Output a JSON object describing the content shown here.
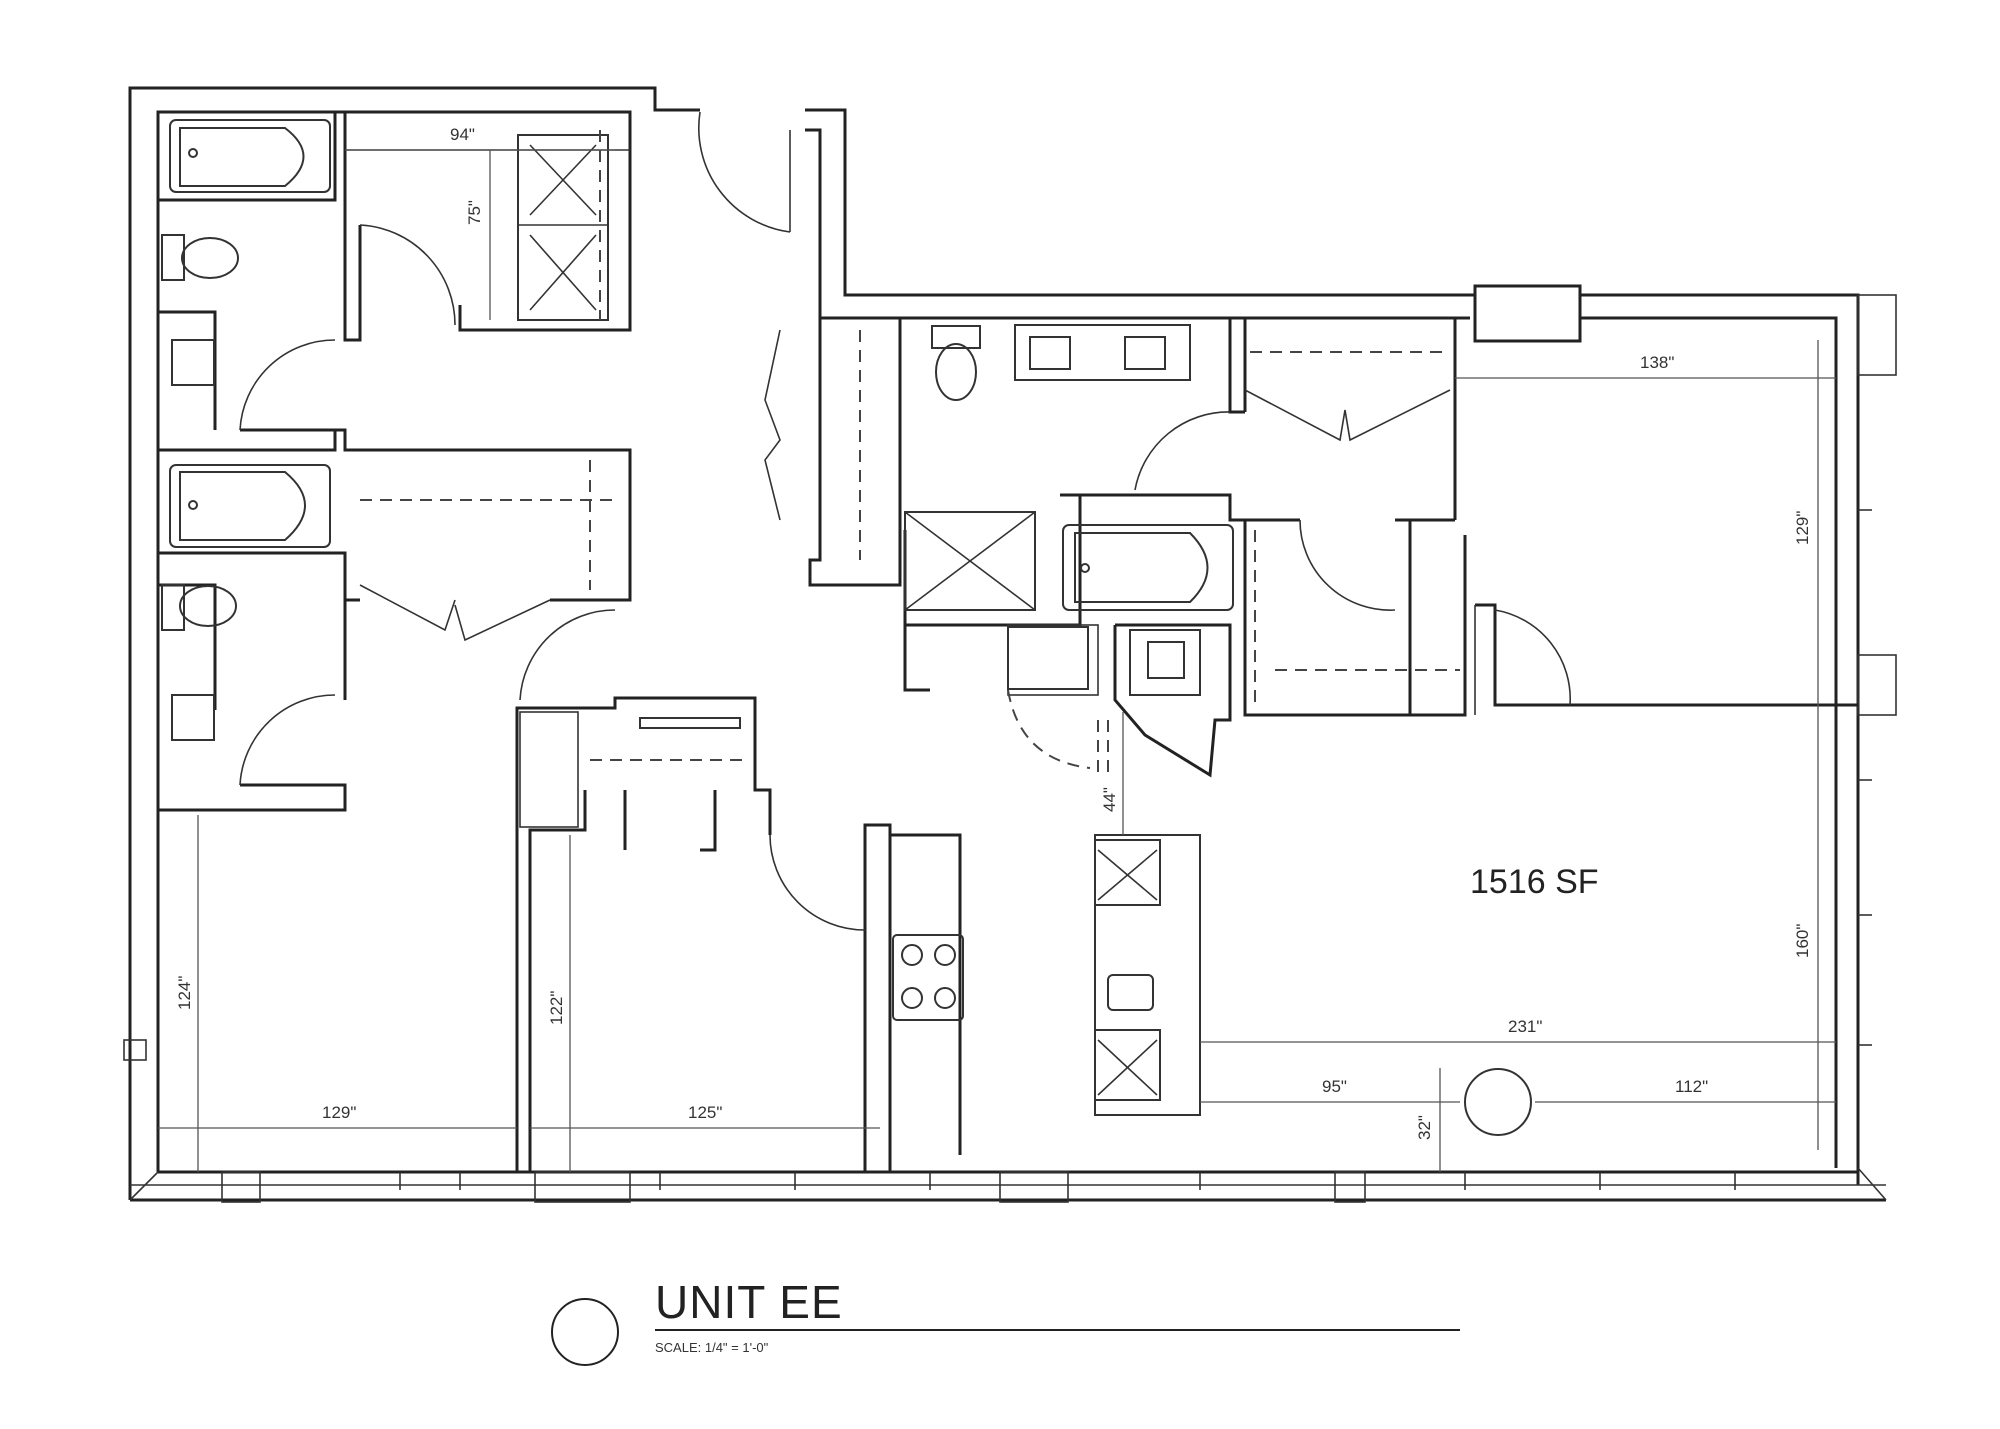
{
  "plan": {
    "area_label": "1516 SF",
    "title": "UNIT EE",
    "scale_label": "SCALE:  1/4\" = 1'-0\"",
    "dimensions": {
      "closet_width": "94\"",
      "closet_depth": "75\"",
      "bed2_height": "124\"",
      "bed2_width": "129\"",
      "bed3_height": "122\"",
      "bed3_width": "125\"",
      "hall_gap": "44\"",
      "master_width": "138\"",
      "master_height": "129\"",
      "living_height": "160\"",
      "living_width": "231\"",
      "column_left": "95\"",
      "column_right": "112\"",
      "column_offset": "32\""
    }
  }
}
